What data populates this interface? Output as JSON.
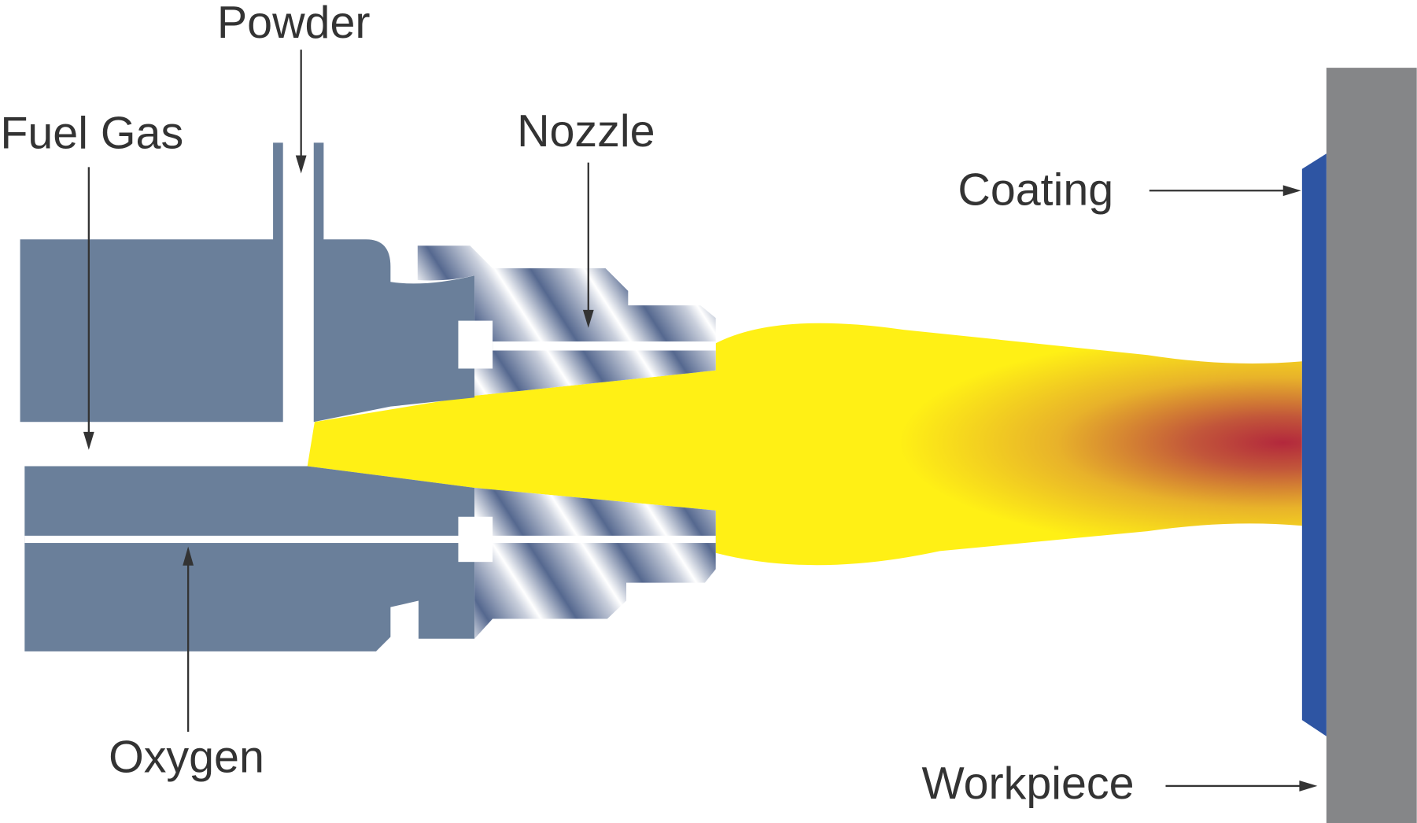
{
  "title": "Flame spray process diagram",
  "labels": {
    "powder": "Powder",
    "fuel_gas": "Fuel Gas",
    "nozzle": "Nozzle",
    "coating": "Coating",
    "oxygen": "Oxygen",
    "workpiece": "Workpiece"
  },
  "colors": {
    "body": "#6a7f9a",
    "flame_yellow": "#fff015",
    "flame_hot": "#b3283c",
    "coating": "#2e55a3",
    "workpiece": "#858688",
    "text": "#333333"
  }
}
